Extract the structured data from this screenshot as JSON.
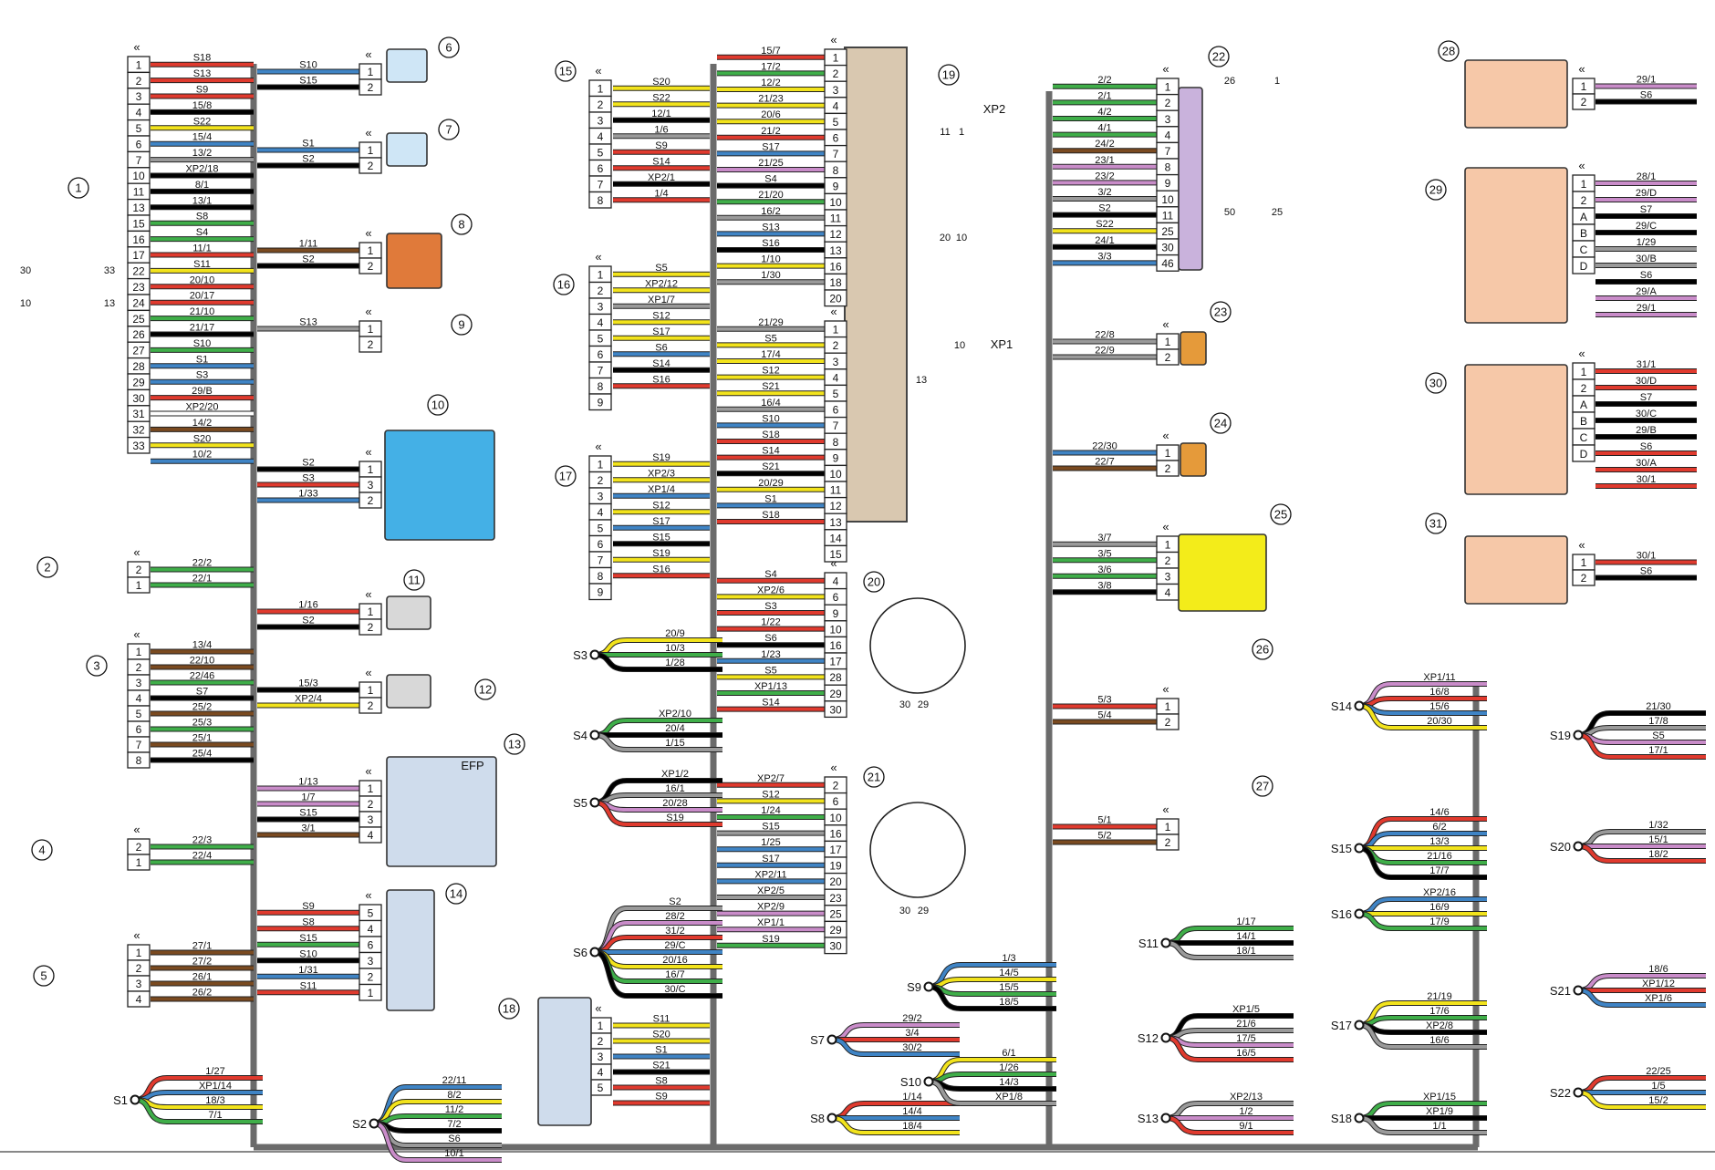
{
  "tags": {
    "xp2": "XP2",
    "xp1": "XP1",
    "efp": "EFP",
    "pins_xp2": [
      "11",
      "1",
      "20",
      "10"
    ],
    "pins_xp1": [
      "10",
      "13"
    ],
    "pins_d1": [
      "30",
      "33",
      "10",
      "13"
    ],
    "pins_22": [
      "26",
      "1",
      "50",
      "25"
    ],
    "pins_20": [
      "30",
      "29"
    ],
    "pins_21": [
      "30",
      "29"
    ]
  },
  "components": [
    {
      "id": "1"
    },
    {
      "id": "2"
    },
    {
      "id": "3"
    },
    {
      "id": "4"
    },
    {
      "id": "5"
    },
    {
      "id": "6"
    },
    {
      "id": "7"
    },
    {
      "id": "8"
    },
    {
      "id": "9"
    },
    {
      "id": "10"
    },
    {
      "id": "11"
    },
    {
      "id": "12"
    },
    {
      "id": "13"
    },
    {
      "id": "14"
    },
    {
      "id": "15"
    },
    {
      "id": "16"
    },
    {
      "id": "17"
    },
    {
      "id": "18"
    },
    {
      "id": "19"
    },
    {
      "id": "20"
    },
    {
      "id": "21"
    },
    {
      "id": "22"
    },
    {
      "id": "23"
    },
    {
      "id": "24"
    },
    {
      "id": "25"
    },
    {
      "id": "26"
    },
    {
      "id": "27"
    },
    {
      "id": "28"
    },
    {
      "id": "29"
    },
    {
      "id": "30"
    },
    {
      "id": "31"
    }
  ],
  "harness_blocks": [
    {
      "block": "1",
      "pins": [
        "1",
        "2",
        "3",
        "4",
        "5",
        "6",
        "7",
        "10",
        "11",
        "13",
        "15",
        "16",
        "17",
        "22",
        "23",
        "24",
        "25",
        "26",
        "27",
        "28",
        "29",
        "30",
        "31",
        "32",
        "33"
      ],
      "wires": [
        "S18",
        "S13",
        "S9",
        "15/8",
        "S22",
        "15/4",
        "13/2",
        "XP2/18",
        "8/1",
        "13/1",
        "S8",
        "S4",
        "11/1",
        "S11",
        "20/10",
        "20/17",
        "21/10",
        "21/17",
        "S10",
        "S1",
        "S3",
        "29/B",
        "XP2/20",
        "14/2",
        "S20",
        "10/2"
      ],
      "colors": [
        "#e03a2e",
        "#e03a2e",
        "#e03a2e",
        "#000000",
        "#f2e31c",
        "#3f84c5",
        "#9a9a9a",
        "#000000",
        "#000000",
        "#000000",
        "#3fae49",
        "#3fae49",
        "#e03a2e",
        "#f2e31c",
        "#e03a2e",
        "#e03a2e",
        "#3fae49",
        "#000000",
        "#3fae49",
        "#3f84c5",
        "#3f84c5",
        "#e03a2e",
        "#ffffff",
        "#7a4a20",
        "#f2e31c",
        "#3f84c5"
      ]
    },
    {
      "block": "2",
      "pins": [
        "2",
        "1"
      ],
      "wires": [
        "22/2",
        "22/1"
      ],
      "colors": [
        "#3fae49",
        "#3fae49"
      ]
    },
    {
      "block": "3",
      "pins": [
        "1",
        "2",
        "3",
        "4",
        "5",
        "6",
        "7",
        "8"
      ],
      "wires": [
        "13/4",
        "22/10",
        "22/46",
        "S7",
        "25/2",
        "25/3",
        "25/1",
        "25/4"
      ],
      "colors": [
        "#7a4a20",
        "#7a4a20",
        "#3fae49",
        "#000000",
        "#7a4a20",
        "#3fae49",
        "#7a4a20",
        "#000000"
      ]
    },
    {
      "block": "4",
      "pins": [
        "2",
        "1"
      ],
      "wires": [
        "22/3",
        "22/4"
      ],
      "colors": [
        "#3fae49",
        "#3fae49"
      ]
    },
    {
      "block": "5",
      "pins": [
        "1",
        "2",
        "3",
        "4"
      ],
      "wires": [
        "27/1",
        "27/2",
        "26/1",
        "26/2"
      ],
      "colors": [
        "#7a4a20",
        "#7a4a20",
        "#7a4a20",
        "#7a4a20"
      ]
    },
    {
      "block": "6",
      "pins": [
        "1",
        "2"
      ],
      "wires": [
        "S10",
        "S15"
      ],
      "colors": [
        "#3f84c5",
        "#000000"
      ]
    },
    {
      "block": "7",
      "pins": [
        "1",
        "2"
      ],
      "wires": [
        "S1",
        "S2"
      ],
      "colors": [
        "#3f84c5",
        "#000000"
      ]
    },
    {
      "block": "8",
      "pins": [
        "1",
        "2"
      ],
      "wires": [
        "1/11",
        "S2"
      ],
      "colors": [
        "#7a4a20",
        "#000000"
      ]
    },
    {
      "block": "9",
      "pins": [
        "1",
        "2"
      ],
      "wires": [
        "S13"
      ],
      "colors": [
        "#9a9a9a"
      ]
    },
    {
      "block": "10",
      "pins": [
        "1",
        "3",
        "2"
      ],
      "wires": [
        "S2",
        "S3",
        "1/33"
      ],
      "colors": [
        "#000000",
        "#e03a2e",
        "#3f84c5"
      ]
    },
    {
      "block": "11",
      "pins": [
        "1",
        "2"
      ],
      "wires": [
        "1/16",
        "S2"
      ],
      "colors": [
        "#e03a2e",
        "#000000"
      ]
    },
    {
      "block": "12",
      "pins": [
        "1",
        "2"
      ],
      "wires": [
        "15/3",
        "XP2/4"
      ],
      "colors": [
        "#000000",
        "#f2e31c"
      ]
    },
    {
      "block": "13",
      "pins": [
        "1",
        "2",
        "3",
        "4"
      ],
      "wires": [
        "1/13",
        "1/7",
        "S15",
        "3/1"
      ],
      "colors": [
        "#c98cc9",
        "#c98cc9",
        "#000000",
        "#7a4a20"
      ]
    },
    {
      "block": "14",
      "pins": [
        "5",
        "4",
        "6",
        "3",
        "2",
        "1"
      ],
      "wires": [
        "S9",
        "S8",
        "S15",
        "S10",
        "1/31",
        "S11"
      ],
      "colors": [
        "#e03a2e",
        "#e03a2e",
        "#3fae49",
        "#000000",
        "#3f84c5",
        "#e03a2e"
      ]
    },
    {
      "block": "15",
      "pins": [
        "1",
        "2",
        "3",
        "4",
        "5",
        "6",
        "7",
        "8"
      ],
      "wires": [
        "S20",
        "S22",
        "12/1",
        "1/6",
        "S9",
        "S14",
        "XP2/1",
        "1/4"
      ],
      "colors": [
        "#f2e31c",
        "#f2e31c",
        "#000000",
        "#9a9a9a",
        "#e03a2e",
        "#e03a2e",
        "#000000",
        "#e03a2e"
      ]
    },
    {
      "block": "16",
      "pins": [
        "1",
        "2",
        "3",
        "4",
        "5",
        "6",
        "7",
        "8",
        "9"
      ],
      "wires": [
        "S5",
        "XP2/12",
        "XP1/7",
        "S12",
        "S17",
        "S6",
        "S14",
        "S16"
      ],
      "colors": [
        "#f2e31c",
        "#f2e31c",
        "#9a9a9a",
        "#f2e31c",
        "#f2e31c",
        "#3f84c5",
        "#000000",
        "#e03a2e"
      ]
    },
    {
      "block": "17",
      "pins": [
        "1",
        "2",
        "3",
        "4",
        "5",
        "6",
        "7",
        "8",
        "9"
      ],
      "wires": [
        "S19",
        "XP2/3",
        "XP1/4",
        "S12",
        "S17",
        "S15",
        "S19",
        "S16"
      ],
      "colors": [
        "#f2e31c",
        "#f2e31c",
        "#3f84c5",
        "#f2e31c",
        "#3f84c5",
        "#000000",
        "#f2e31c",
        "#e03a2e"
      ]
    },
    {
      "block": "18",
      "pins": [
        "1",
        "2",
        "3",
        "4",
        "5"
      ],
      "wires": [
        "S11",
        "S20",
        "S1",
        "S21",
        "S8",
        "S9"
      ],
      "colors": [
        "#f2e31c",
        "#f2e31c",
        "#3f84c5",
        "#000000",
        "#e03a2e",
        "#e03a2e"
      ]
    },
    {
      "block": "19-XP2",
      "pins": [
        "1",
        "2",
        "3",
        "4",
        "5",
        "6",
        "7",
        "8",
        "9",
        "10",
        "11",
        "12",
        "13",
        "16",
        "18",
        "20"
      ],
      "wires": [
        "15/7",
        "17/2",
        "12/2",
        "21/23",
        "20/6",
        "21/2",
        "S17",
        "21/25",
        "S4",
        "21/20",
        "16/2",
        "S13",
        "S16",
        "1/10",
        "1/30"
      ],
      "colors": [
        "#e03a2e",
        "#3fae49",
        "#f2e31c",
        "#f2e31c",
        "#f2e31c",
        "#e03a2e",
        "#3f84c5",
        "#c98cc9",
        "#000000",
        "#3fae49",
        "#9a9a9a",
        "#3f84c5",
        "#000000",
        "#f2e31c",
        "#9a9a9a"
      ]
    },
    {
      "block": "19-XP1",
      "pins": [
        "1",
        "2",
        "3",
        "4",
        "5",
        "6",
        "7",
        "8",
        "9",
        "10",
        "11",
        "12",
        "13",
        "14",
        "15"
      ],
      "wires": [
        "21/29",
        "S5",
        "17/4",
        "S12",
        "S21",
        "16/4",
        "S10",
        "S18",
        "S14",
        "S21",
        "20/29",
        "S1",
        "S18"
      ],
      "colors": [
        "#9a9a9a",
        "#f2e31c",
        "#f2e31c",
        "#f2e31c",
        "#f2e31c",
        "#9a9a9a",
        "#3f84c5",
        "#e03a2e",
        "#e03a2e",
        "#000000",
        "#f2e31c",
        "#3f84c5",
        "#e03a2e"
      ]
    },
    {
      "block": "20",
      "pins": [
        "4",
        "6",
        "9",
        "10",
        "16",
        "17",
        "28",
        "29",
        "30"
      ],
      "wires": [
        "S4",
        "XP2/6",
        "S3",
        "1/22",
        "S6",
        "1/23",
        "S5",
        "XP1/13",
        "S14"
      ],
      "colors": [
        "#e03a2e",
        "#f2e31c",
        "#e03a2e",
        "#e03a2e",
        "#000000",
        "#3f84c5",
        "#f2e31c",
        "#3fae49",
        "#e03a2e"
      ]
    },
    {
      "block": "21",
      "pins": [
        "2",
        "6",
        "10",
        "16",
        "17",
        "19",
        "20",
        "23",
        "25",
        "29",
        "30"
      ],
      "wires": [
        "XP2/7",
        "S12",
        "1/24",
        "S15",
        "1/25",
        "S17",
        "XP2/11",
        "XP2/5",
        "XP2/9",
        "XP1/1",
        "S19"
      ],
      "colors": [
        "#e03a2e",
        "#f2e31c",
        "#3fae49",
        "#9a9a9a",
        "#3f84c5",
        "#3f84c5",
        "#3f84c5",
        "#9a9a9a",
        "#c98cc9",
        "#c98cc9",
        "#3fae49"
      ]
    },
    {
      "block": "22",
      "pins": [
        "1",
        "2",
        "3",
        "4",
        "7",
        "8",
        "9",
        "10",
        "11",
        "25",
        "30",
        "46"
      ],
      "wires": [
        "2/2",
        "2/1",
        "4/2",
        "4/1",
        "24/2",
        "23/1",
        "23/2",
        "3/2",
        "S2",
        "S22",
        "24/1",
        "3/3"
      ],
      "colors": [
        "#3fae49",
        "#3fae49",
        "#3fae49",
        "#3fae49",
        "#7a4a20",
        "#c98cc9",
        "#c98cc9",
        "#9a9a9a",
        "#000000",
        "#f2e31c",
        "#000000",
        "#3f84c5"
      ]
    },
    {
      "block": "23",
      "pins": [
        "1",
        "2"
      ],
      "wires": [
        "22/8",
        "22/9"
      ],
      "colors": [
        "#9a9a9a",
        "#9a9a9a"
      ]
    },
    {
      "block": "24",
      "pins": [
        "1",
        "2"
      ],
      "wires": [
        "22/30",
        "22/7"
      ],
      "colors": [
        "#3f84c5",
        "#7a4a20"
      ]
    },
    {
      "block": "25",
      "pins": [
        "1",
        "2",
        "3",
        "4"
      ],
      "wires": [
        "3/7",
        "3/5",
        "3/6",
        "3/8"
      ],
      "colors": [
        "#9a9a9a",
        "#3fae49",
        "#3fae49",
        "#000000"
      ]
    },
    {
      "block": "26",
      "pins": [
        "1",
        "2"
      ],
      "wires": [
        "5/3",
        "5/4"
      ],
      "colors": [
        "#e03a2e",
        "#7a4a20"
      ]
    },
    {
      "block": "27",
      "pins": [
        "1",
        "2"
      ],
      "wires": [
        "5/1",
        "5/2"
      ],
      "colors": [
        "#e03a2e",
        "#7a4a20"
      ]
    },
    {
      "block": "28",
      "pins": [
        "1",
        "2"
      ],
      "wires": [
        "29/1",
        "S6"
      ],
      "colors": [
        "#c98cc9",
        "#000000"
      ]
    },
    {
      "block": "29",
      "pins": [
        "1",
        "2",
        "A",
        "B",
        "C",
        "D"
      ],
      "wires": [
        "28/1",
        "29/D",
        "S7",
        "29/C",
        "1/29",
        "30/B",
        "S6",
        "29/A",
        "29/1"
      ],
      "colors": [
        "#c98cc9",
        "#c98cc9",
        "#000000",
        "#000000",
        "#9a9a9a",
        "#9a9a9a",
        "#000000",
        "#c98cc9",
        "#c98cc9"
      ]
    },
    {
      "block": "30",
      "pins": [
        "1",
        "2",
        "A",
        "B",
        "C",
        "D"
      ],
      "wires": [
        "31/1",
        "30/D",
        "S7",
        "30/C",
        "29/B",
        "S6",
        "30/A",
        "30/1"
      ],
      "colors": [
        "#e03a2e",
        "#e03a2e",
        "#000000",
        "#000000",
        "#000000",
        "#e03a2e",
        "#e03a2e",
        "#e03a2e"
      ]
    },
    {
      "block": "31",
      "pins": [
        "1",
        "2"
      ],
      "wires": [
        "30/1",
        "S6"
      ],
      "colors": [
        "#e03a2e",
        "#000000"
      ]
    }
  ],
  "splices": [
    {
      "name": "S1",
      "wires": [
        "1/27",
        "XP1/14",
        "18/3",
        "7/1"
      ]
    },
    {
      "name": "S2",
      "wires": [
        "22/11",
        "8/2",
        "11/2",
        "7/2",
        "S6",
        "10/1"
      ]
    },
    {
      "name": "S3",
      "wires": [
        "20/9",
        "10/3",
        "1/28"
      ]
    },
    {
      "name": "S4",
      "wires": [
        "XP2/10",
        "20/4",
        "1/15"
      ]
    },
    {
      "name": "S5",
      "wires": [
        "XP1/2",
        "16/1",
        "20/28",
        "S19"
      ]
    },
    {
      "name": "S6",
      "wires": [
        "S2",
        "28/2",
        "31/2",
        "29/C",
        "20/16",
        "16/7",
        "30/C"
      ]
    },
    {
      "name": "S7",
      "wires": [
        "29/2",
        "3/4",
        "30/2"
      ]
    },
    {
      "name": "S8",
      "wires": [
        "1/14",
        "14/4",
        "18/4"
      ]
    },
    {
      "name": "S9",
      "wires": [
        "1/3",
        "14/5",
        "15/5",
        "18/5"
      ]
    },
    {
      "name": "S10",
      "wires": [
        "6/1",
        "1/26",
        "14/3",
        "XP1/8"
      ]
    },
    {
      "name": "S11",
      "wires": [
        "1/17",
        "14/1",
        "18/1"
      ]
    },
    {
      "name": "S12",
      "wires": [
        "XP1/5",
        "21/6",
        "17/5",
        "16/5"
      ]
    },
    {
      "name": "S13",
      "wires": [
        "XP2/13",
        "1/2",
        "9/1"
      ]
    },
    {
      "name": "S14",
      "wires": [
        "XP1/11",
        "16/8",
        "15/6",
        "20/30"
      ]
    },
    {
      "name": "S15",
      "wires": [
        "14/6",
        "6/2",
        "13/3",
        "21/16",
        "17/7"
      ]
    },
    {
      "name": "S16",
      "wires": [
        "XP2/16",
        "16/9",
        "17/9"
      ]
    },
    {
      "name": "S17",
      "wires": [
        "21/19",
        "17/6",
        "XP2/8",
        "16/6"
      ]
    },
    {
      "name": "S18",
      "wires": [
        "XP1/15",
        "XP1/9",
        "1/1"
      ]
    },
    {
      "name": "S19",
      "wires": [
        "21/30",
        "17/8",
        "S5",
        "17/1"
      ]
    },
    {
      "name": "S20",
      "wires": [
        "1/32",
        "15/1",
        "18/2"
      ]
    },
    {
      "name": "S21",
      "wires": [
        "18/6",
        "XP1/12",
        "XP1/6"
      ]
    },
    {
      "name": "S22",
      "wires": [
        "22/25",
        "1/5",
        "15/2"
      ]
    }
  ]
}
